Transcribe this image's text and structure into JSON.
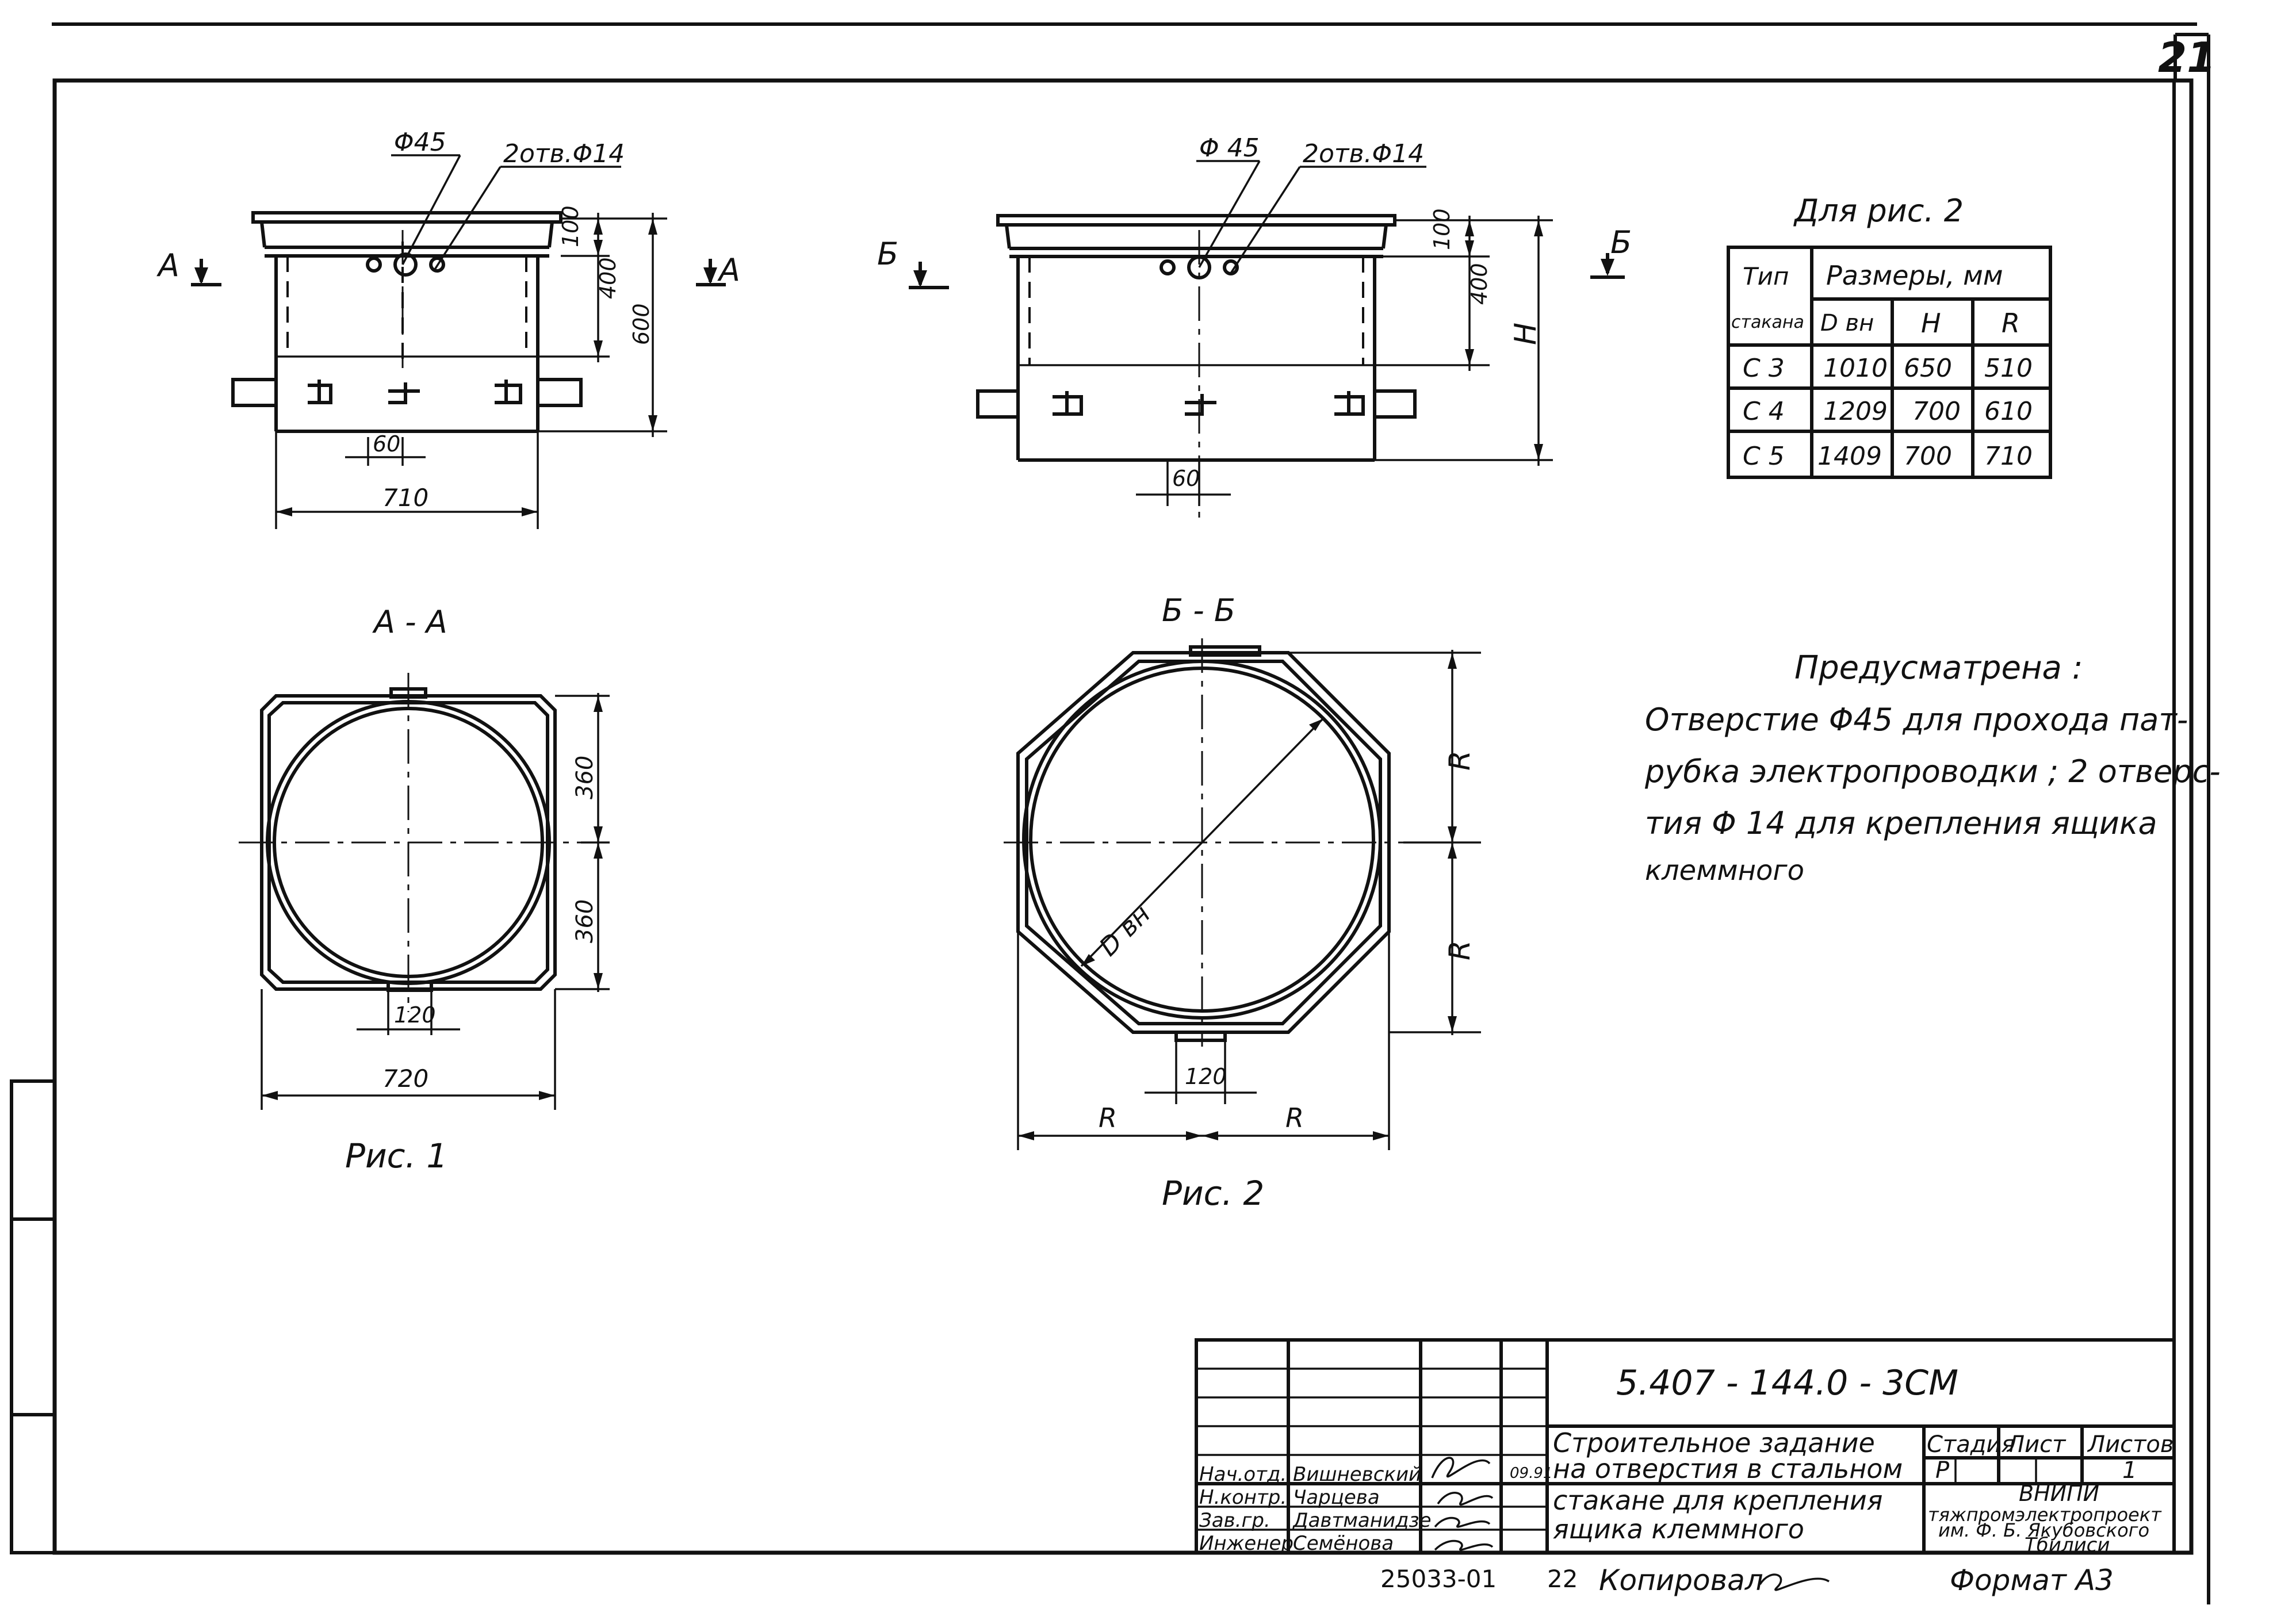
{
  "sheet_number": "21",
  "fig1": {
    "dim_d45": "Φ45",
    "dim_holes": "2отв.Φ14",
    "section_mark": "А",
    "dim_100": "100",
    "dim_400": "400",
    "dim_600": "600",
    "dim_60": "60",
    "dim_710": "710",
    "section_title": "А - А",
    "dim_360_top": "360",
    "dim_360_bottom": "360",
    "dim_120": "120",
    "dim_720": "720",
    "caption": "Рис. 1"
  },
  "fig2": {
    "dim_d45": "Φ 45",
    "dim_holes": "2отв.Φ14",
    "section_mark": "Б",
    "dim_100": "100",
    "dim_400": "400",
    "dim_h": "H",
    "dim_60": "60",
    "section_title": "Б - Б",
    "dim_r_top": "R",
    "dim_r_bottom": "R",
    "dim_dvn": "D вн",
    "dim_120": "120",
    "dim_r_left": "R",
    "dim_r_right": "R",
    "caption": "Рис. 2"
  },
  "table": {
    "title": "Для рис. 2",
    "header_type_1": "Тип",
    "header_type_2": "стакана",
    "header_sizes": "Размеры, мм",
    "col_d": "D вн",
    "col_h": "H",
    "col_r": "R",
    "rows": [
      {
        "type": "С 3",
        "d": "1010",
        "h": "650",
        "r": "510"
      },
      {
        "type": "С 4",
        "d": "1209",
        "h": "700",
        "r": "610"
      },
      {
        "type": "С 5",
        "d": "1409",
        "h": "700",
        "r": "710"
      }
    ]
  },
  "note": {
    "title": "Предусматрена :",
    "line1": "Отверстие Φ45 для прохода пат-",
    "line2": "рубка электропроводки ; 2 отверс-",
    "line3": "тия Φ 14  для крепления ящика",
    "line4": "клеммного"
  },
  "title_block": {
    "doc_code": "5.407 - 144.0 - 3СМ",
    "title_line1": "Строительное задание",
    "title_line2": "на отверстия в стальном",
    "title_line3": "стакане для крепления",
    "title_line4": "ящика клеммного",
    "stage_label": "Стадия",
    "sheet_label": "Лист",
    "sheets_label": "Листов",
    "stage_value": "Р",
    "sheets_value": "1",
    "org_line1": "ВНИПИ",
    "org_line2": "тяжпромэлектропроект",
    "org_line3": "им. Ф. Б. Якубовского",
    "org_line4": "Тбилиси",
    "date": "09.91",
    "staff": [
      {
        "role": "Нач.отд.",
        "name": "Вишневский"
      },
      {
        "role": "Н.контр.",
        "name": "Чарцева"
      },
      {
        "role": "Зав.гр.",
        "name": "Давтманидзе"
      },
      {
        "role": "Инженер",
        "name": "Семёнова"
      }
    ]
  },
  "footer": {
    "code": "25033-01",
    "number": "22",
    "copied": "Копировал",
    "format": "Формат  А3"
  }
}
